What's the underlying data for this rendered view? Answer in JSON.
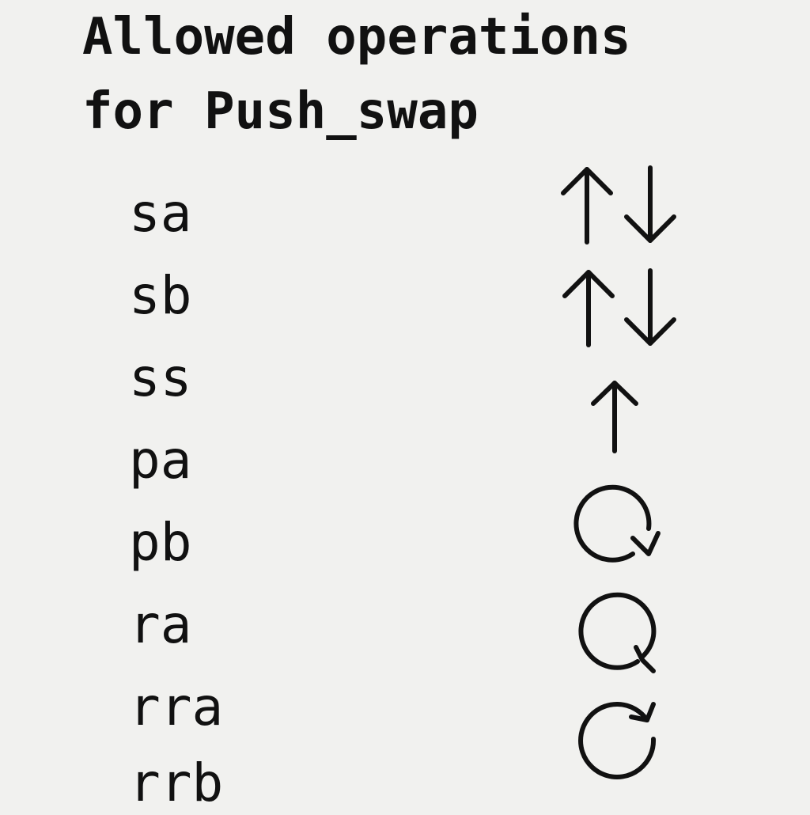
{
  "title": {
    "line1": "Allowed operations",
    "line2": "for Push_swap"
  },
  "operations": [
    {
      "label": "sa",
      "icon": "swap-arrows-icon"
    },
    {
      "label": "sb",
      "icon": "swap-arrows-icon"
    },
    {
      "label": "ss",
      "icon": "up-arrow-icon"
    },
    {
      "label": "pa",
      "icon": "rotate-arrow-icon"
    },
    {
      "label": "pb",
      "icon": "rotate-arrow-icon"
    },
    {
      "label": "ra",
      "icon": "rotate-arrow-icon"
    },
    {
      "label": "rra",
      "icon": ""
    },
    {
      "label": "rrb",
      "icon": ""
    }
  ],
  "colors": {
    "background": "#f1f1ef",
    "ink": "#111111"
  }
}
